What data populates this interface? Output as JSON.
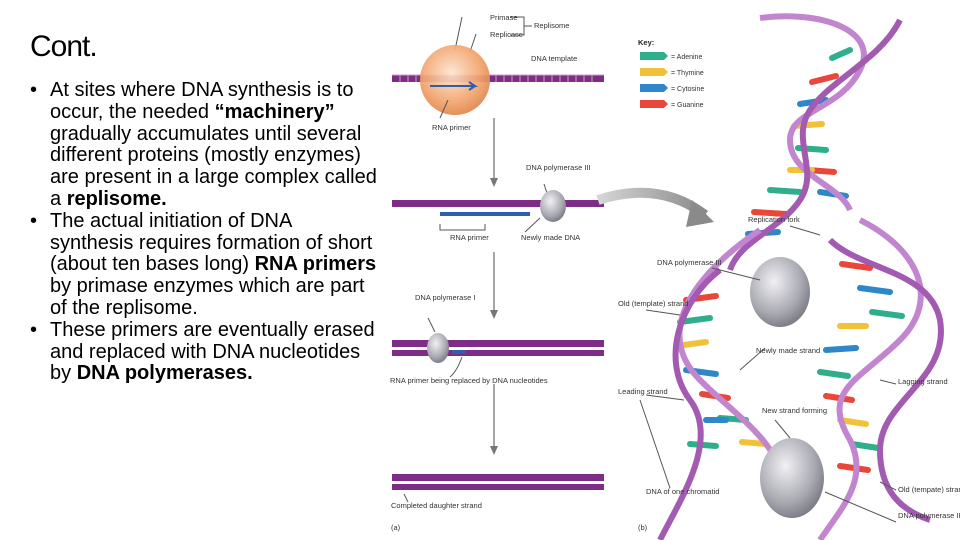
{
  "slide": {
    "title": "Cont.",
    "bullets": [
      [
        {
          "t": "At sites where DNA synthesis is to occur, the needed ",
          "b": false
        },
        {
          "t": "“machinery”",
          "b": true
        },
        {
          "t": " gradually accumulates until several different proteins (mostly enzymes) are present in a large complex called a ",
          "b": false
        },
        {
          "t": "replisome.",
          "b": true
        }
      ],
      [
        {
          "t": "The actual initiation of DNA synthesis requires formation of short (about ten bases long) ",
          "b": false
        },
        {
          "t": "RNA primers",
          "b": true
        },
        {
          "t": " by primase enzymes which are part of the replisome.",
          "b": false
        }
      ],
      [
        {
          "t": "These primers are eventually erased and replaced with DNA nucleotides by ",
          "b": false
        },
        {
          "t": "DNA polymerases.",
          "b": true
        }
      ]
    ]
  },
  "figure_a": {
    "primase": "Primase",
    "replicase": "Replicase",
    "replisome": "Replisome",
    "dna_template": "DNA template",
    "rna_primer_top": "RNA primer",
    "dna_polymerase_iii": "DNA polymerase III",
    "rna_primer": "RNA primer",
    "newly_made_dna": "Newly made DNA",
    "dna_polymerase_i": "DNA polymerase I",
    "rna_primer_replaced": "RNA primer being replaced by DNA nucleotides",
    "completed_strand": "Completed daughter strand",
    "panel_label": "(a)"
  },
  "figure_b": {
    "key_title": "Key:",
    "key": [
      {
        "label": "= Adenine",
        "color": "#2fae8c"
      },
      {
        "label": "= Thymine",
        "color": "#f2c13a"
      },
      {
        "label": "= Cytosine",
        "color": "#2f86c8"
      },
      {
        "label": "= Guanine",
        "color": "#e8473a"
      }
    ],
    "replication_fork": "Replication fork",
    "dna_polymerase_iii": "DNA polymerase III",
    "old_template_strand": "Old (template) strand",
    "newly_made_strand": "Newly made strand",
    "leading_strand": "Leading strand",
    "lagging_strand": "Lagging strand",
    "new_strand_forming": "New strand forming",
    "dna_of_one_chromatid": "DNA of one chromatid",
    "old_template_strand_2": "Old (tempate) strand",
    "dna_polymerase_iii_2": "DNA polymerase III",
    "panel_label": "(b)"
  }
}
